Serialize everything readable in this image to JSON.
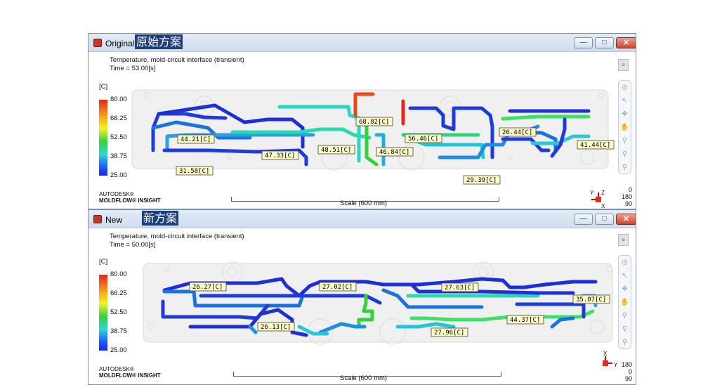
{
  "windows": [
    {
      "title": "Original",
      "title_cn": "原始方案",
      "plot_title": "Temperature, mold-circuit interface (transient)",
      "time_label": "Time = 53.00[s]",
      "units": "[C]",
      "scale_ticks": [
        "80.00",
        "66.25",
        "52.50",
        "38.75",
        "25.00"
      ],
      "brand_line1": "AUTODESK®",
      "brand_line2": "MOLDFLOW® INSIGHT",
      "scale_label": "Scale (600 mm)",
      "rotation": [
        "0",
        "180",
        "90"
      ],
      "probes": [
        "44.21[C]",
        "31.58[C]",
        "47.33[C]",
        "68.82[C]",
        "48.51[C]",
        "46.84[C]",
        "56.46[C]",
        "26.44[C]",
        "41.44[C]",
        "29.39[C]"
      ]
    },
    {
      "title": "New",
      "title_cn": "新方案",
      "plot_title": "Temperature, mold-circuit interface (transient)",
      "time_label": "Time = 50.00[s]",
      "units": "[C]",
      "scale_ticks": [
        "80.00",
        "66.25",
        "52.50",
        "38.75",
        "25.00"
      ],
      "brand_line1": "AUTODESK®",
      "brand_line2": "MOLDFLOW® INSIGHT",
      "scale_label": "Scale (600 mm)",
      "rotation": [
        "180",
        "0",
        "90"
      ],
      "probes": [
        "26.27[C]",
        "27.02[C]",
        "27.63[C]",
        "35.07[C]",
        "26.13[C]",
        "44.37[C]",
        "27.96[C]"
      ]
    }
  ],
  "window_buttons": {
    "minimize": "—",
    "maximize": "□",
    "close": "✕"
  },
  "axes": {
    "x": "X",
    "y": "Y",
    "z": "Z"
  },
  "icons": {
    "menu": "menu-icon",
    "tools": [
      "orbit-icon",
      "select-icon",
      "pan-icon",
      "hand-icon",
      "zoom-icon",
      "zoom-box-icon",
      "fit-icon"
    ]
  },
  "colors": {
    "title_badge": "#1d3f7c",
    "probe_label_fill": "#fffcc8",
    "circuit_hot": "#e8231a",
    "circuit_cold": "#1a23f0"
  }
}
